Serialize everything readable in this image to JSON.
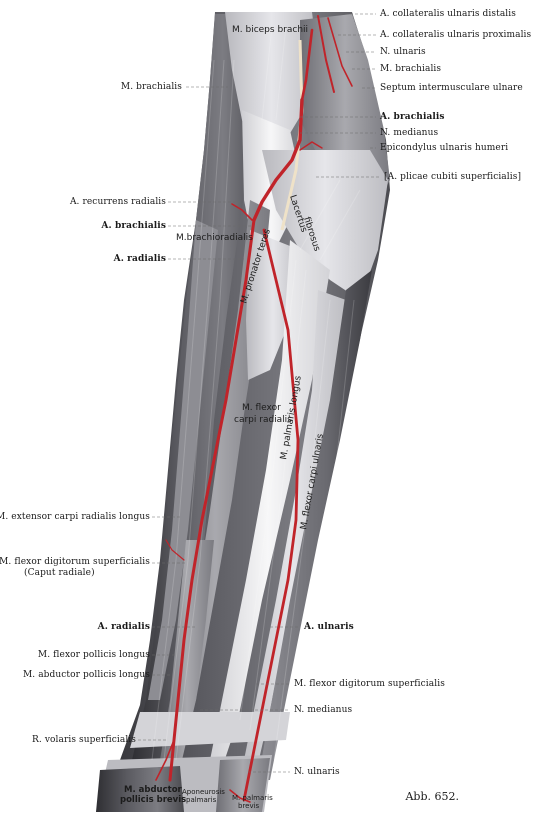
{
  "labels_right": [
    {
      "text": "A. collateralis ulnaris distalis",
      "bold": false
    },
    {
      "text": "A. collateralis ulnaris proximalis",
      "bold": false
    },
    {
      "text": "N. ulnaris",
      "bold": false
    },
    {
      "text": "M. brachialis",
      "bold": false
    },
    {
      "text": "Septum intermusculare ulnare",
      "bold": false
    },
    {
      "text": "A. brachialis",
      "bold": true
    },
    {
      "text": "N. medianus",
      "bold": false
    },
    {
      "text": "Epicondylus ulnaris humeri",
      "bold": false
    },
    {
      "text": "[A. plicae cubiti superficialis]",
      "bold": false
    },
    {
      "text": "A. ulnaris",
      "bold": true
    },
    {
      "text": "M. flexor digitorum superficialis",
      "bold": false
    },
    {
      "text": "N. medianus",
      "bold": false
    },
    {
      "text": "N. ulnaris",
      "bold": false
    }
  ],
  "labels_left": [
    {
      "text": "M. brachialis",
      "bold": false
    },
    {
      "text": "A. recurrens radialis",
      "bold": false
    },
    {
      "text": "A. brachialis",
      "bold": true
    },
    {
      "text": "A. radialis",
      "bold": true
    },
    {
      "text": "M. extensor carpi radialis longus",
      "bold": false
    },
    {
      "text": "M. flexor digitorum superficialis",
      "bold": false
    },
    {
      "text": "(Caput radiale)",
      "bold": false
    },
    {
      "text": "A. radialis",
      "bold": true
    },
    {
      "text": "M. flexor pollicis longus",
      "bold": false
    },
    {
      "text": "M. abductor pollicis longus",
      "bold": false
    },
    {
      "text": "R. volaris superficialis",
      "bold": false
    }
  ],
  "muscle_labels": {
    "biceps": "M. biceps brachii",
    "brachioradialis": "M.brachioradialis",
    "pronator": "M. pronator teres",
    "lacertus_1": "Lacertus",
    "lacertus_2": "fibrosus",
    "fcr_1": "M. flexor",
    "fcr_2": "carpi radialis",
    "palmaris": "M. palmaris longus",
    "fcu": "M. flexor carpi ulnaris",
    "abd_1": "M. abductor",
    "abd_2": "pollicis brevis",
    "aponeurosis_1": "Aponeurosis",
    "aponeurosis_2": "palmaris",
    "palmaris_brevis_1": "M. palmaris",
    "palmaris_brevis_2": "brevis"
  },
  "figure_number": "Abb. 652.",
  "colors": {
    "muscle_dark": "#4a4a4e",
    "muscle_light": "#d8d8dc",
    "tendon": "#efefef",
    "artery": "#c0242a",
    "nerve": "#f2e6cf"
  }
}
